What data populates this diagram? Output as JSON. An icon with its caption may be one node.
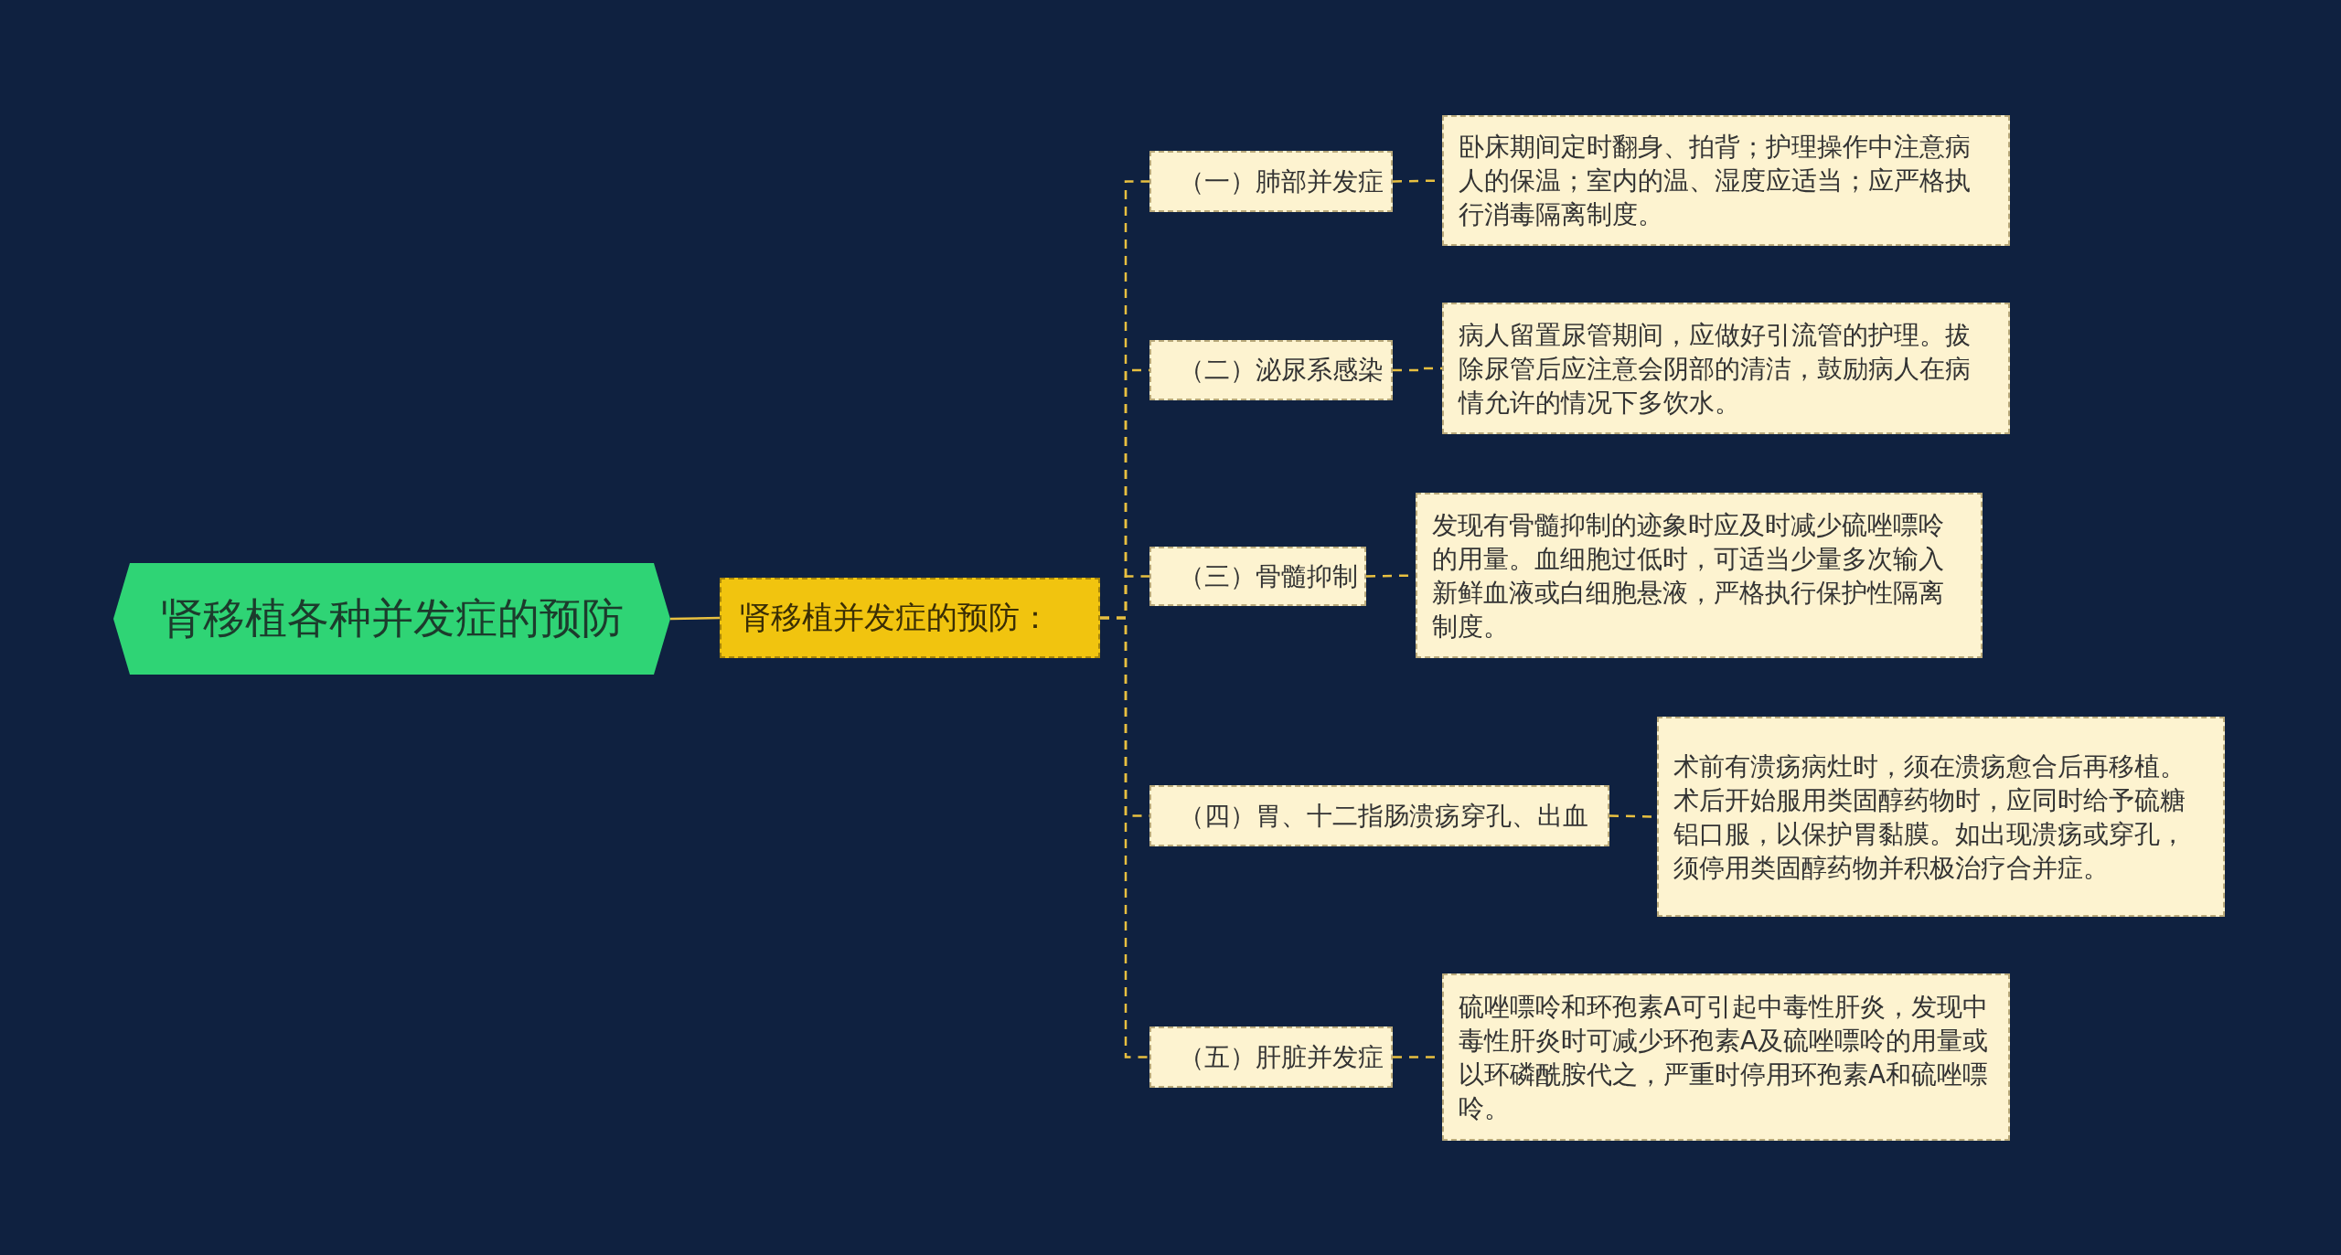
{
  "diagram": {
    "nodes": [
      {
        "text": [
          "肾移植各种并发症的预防"
        ]
      },
      {
        "text": [
          "肾移植并发症的预防："
        ]
      },
      {
        "text": [
          "（一）肺部并发症"
        ]
      },
      {
        "text": [
          "（二）泌尿系感染"
        ]
      },
      {
        "text": [
          "（三）骨髓抑制"
        ]
      },
      {
        "text": [
          "（四）胃、十二指肠溃疡穿孔、出血"
        ]
      },
      {
        "text": [
          "（五）肝脏并发症"
        ]
      },
      {
        "text": [
          "卧床期间定时翻身、拍背；护理操作中注意病人的保温；室内的温、湿度应适当；应严格执行消毒隔离制度。"
        ]
      },
      {
        "text": [
          "病人留置尿管期间，应做好引流管的护理。拔除尿管后应注意会阴部的清洁，鼓励病人在病情允许的情况下多饮水。"
        ]
      },
      {
        "text": [
          "发现有骨髓抑制的迹象时应及时减少硫唑嘌呤的用量。血细胞过低时，可适当少量多次输入新鲜血液或白细胞悬液，严格执行保护性隔离制度。"
        ]
      },
      {
        "text": [
          "术前有溃疡病灶时，须在溃疡愈合后再移植。术后开始服用类固醇药物时，应同时给予硫糖铝口服，以保护胃黏膜。如出现溃疡或穿孔，须停用类固醇药物并积极治疗合并症。"
        ]
      },
      {
        "text": [
          "硫唑嘌呤和环孢素A可引起中毒性肝炎，发现中毒性肝炎时可减少环孢素A及硫唑嘌呤的用量或以环磷酰胺代之，严重时停用环孢素A和硫唑嘌呤。"
        ]
      }
    ],
    "edges": [
      {
        "from": 0,
        "to": 1,
        "arrow": "none"
      },
      {
        "from": 1,
        "to": 2,
        "arrow": "none",
        "style": "dashed"
      },
      {
        "from": 1,
        "to": 3,
        "arrow": "none",
        "style": "dashed"
      },
      {
        "from": 1,
        "to": 4,
        "arrow": "none",
        "style": "dashed"
      },
      {
        "from": 1,
        "to": 5,
        "arrow": "none",
        "style": "dashed"
      },
      {
        "from": 1,
        "to": 6,
        "arrow": "none",
        "style": "dashed"
      },
      {
        "from": 2,
        "to": 7,
        "arrow": "none",
        "style": "dashed"
      },
      {
        "from": 3,
        "to": 8,
        "arrow": "none",
        "style": "dashed"
      },
      {
        "from": 4,
        "to": 9,
        "arrow": "none",
        "style": "dashed"
      },
      {
        "from": 5,
        "to": 10,
        "arrow": "none",
        "style": "dashed"
      },
      {
        "from": 6,
        "to": 11,
        "arrow": "none",
        "style": "dashed"
      }
    ]
  }
}
